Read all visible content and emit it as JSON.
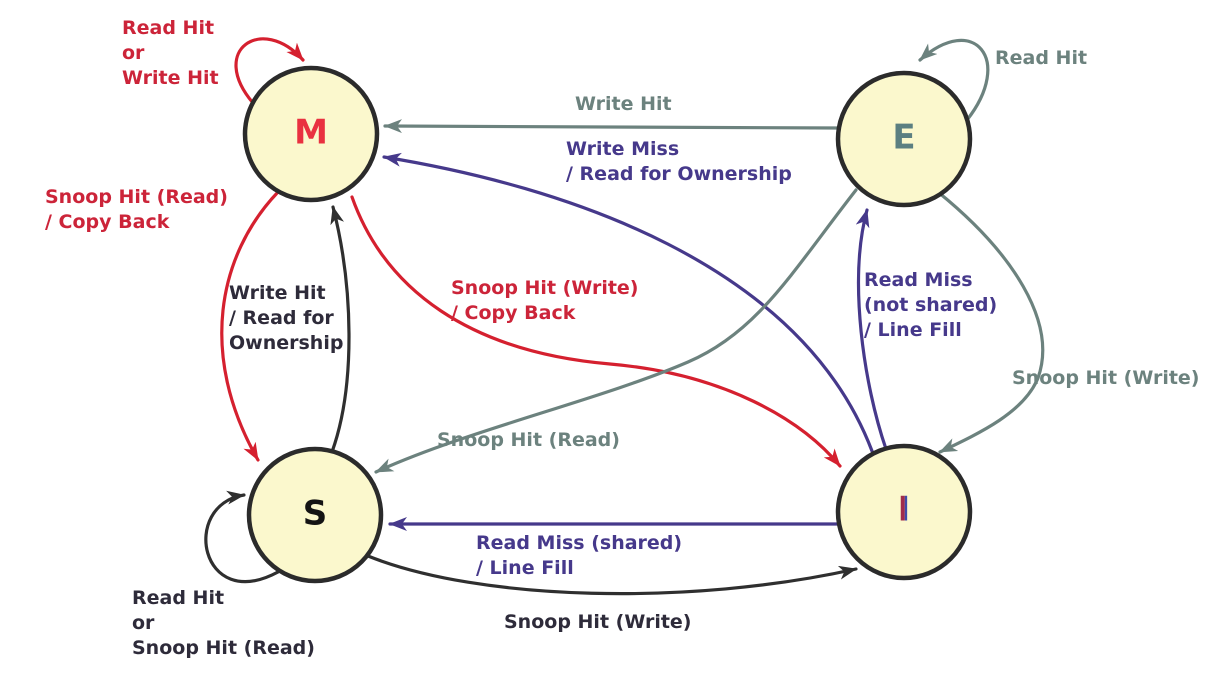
{
  "diagram_type": "state-machine",
  "colors": {
    "background": "#FFFFFF",
    "node_fill": "#FBF8CD",
    "node_border": "#2B2B2B",
    "red": "#D5202F",
    "red_text": "#CC2439",
    "gray": "#6C827E",
    "purple": "#46398B",
    "dark_line": "#2F2F2F",
    "dark_text": "#2E2B3A",
    "state_m": "#E93140",
    "state_e": "#5B7F81",
    "state_s": "#141414",
    "state_i_left": "#A02C4B",
    "state_i_right": "#3E4BA8"
  },
  "states": [
    {
      "id": "M",
      "label": "M",
      "color": "red"
    },
    {
      "id": "E",
      "label": "E",
      "color": "gray"
    },
    {
      "id": "S",
      "label": "S",
      "color": "dark"
    },
    {
      "id": "I",
      "label": "I",
      "color": "red-blue"
    }
  ],
  "transitions": [
    {
      "from": "M",
      "to": "M",
      "color": "red",
      "label": [
        "Read Hit",
        "or",
        "Write Hit"
      ]
    },
    {
      "from": "E",
      "to": "E",
      "color": "gray",
      "label": [
        "Read Hit"
      ]
    },
    {
      "from": "E",
      "to": "M",
      "color": "gray",
      "label": [
        "Write Hit"
      ]
    },
    {
      "from": "I",
      "to": "M",
      "color": "purple",
      "label": [
        "Write Miss",
        "/ Read for Ownership"
      ]
    },
    {
      "from": "M",
      "to": "S",
      "color": "red",
      "label": [
        "Snoop Hit (Read)",
        "/ Copy Back"
      ]
    },
    {
      "from": "S",
      "to": "M",
      "color": "dark",
      "label": [
        "Write Hit",
        "/ Read for",
        "Ownership"
      ]
    },
    {
      "from": "M",
      "to": "I",
      "color": "red",
      "label": [
        "Snoop Hit (Write)",
        "/ Copy Back"
      ]
    },
    {
      "from": "E",
      "to": "S",
      "color": "gray",
      "label": [
        "Snoop Hit (Read)"
      ]
    },
    {
      "from": "I",
      "to": "E",
      "color": "purple",
      "label": [
        "Read Miss",
        "(not shared)",
        "/ Line Fill"
      ]
    },
    {
      "from": "E",
      "to": "I",
      "color": "gray",
      "label": [
        "Snoop Hit (Write)"
      ]
    },
    {
      "from": "I",
      "to": "S",
      "color": "purple",
      "label": [
        "Read Miss (shared)",
        "/ Line Fill"
      ]
    },
    {
      "from": "S",
      "to": "I",
      "color": "dark",
      "label": [
        "Snoop Hit (Write)"
      ]
    },
    {
      "from": "S",
      "to": "S",
      "color": "dark",
      "label": [
        "Read Hit",
        "or",
        "Snoop Hit (Read)"
      ]
    }
  ]
}
